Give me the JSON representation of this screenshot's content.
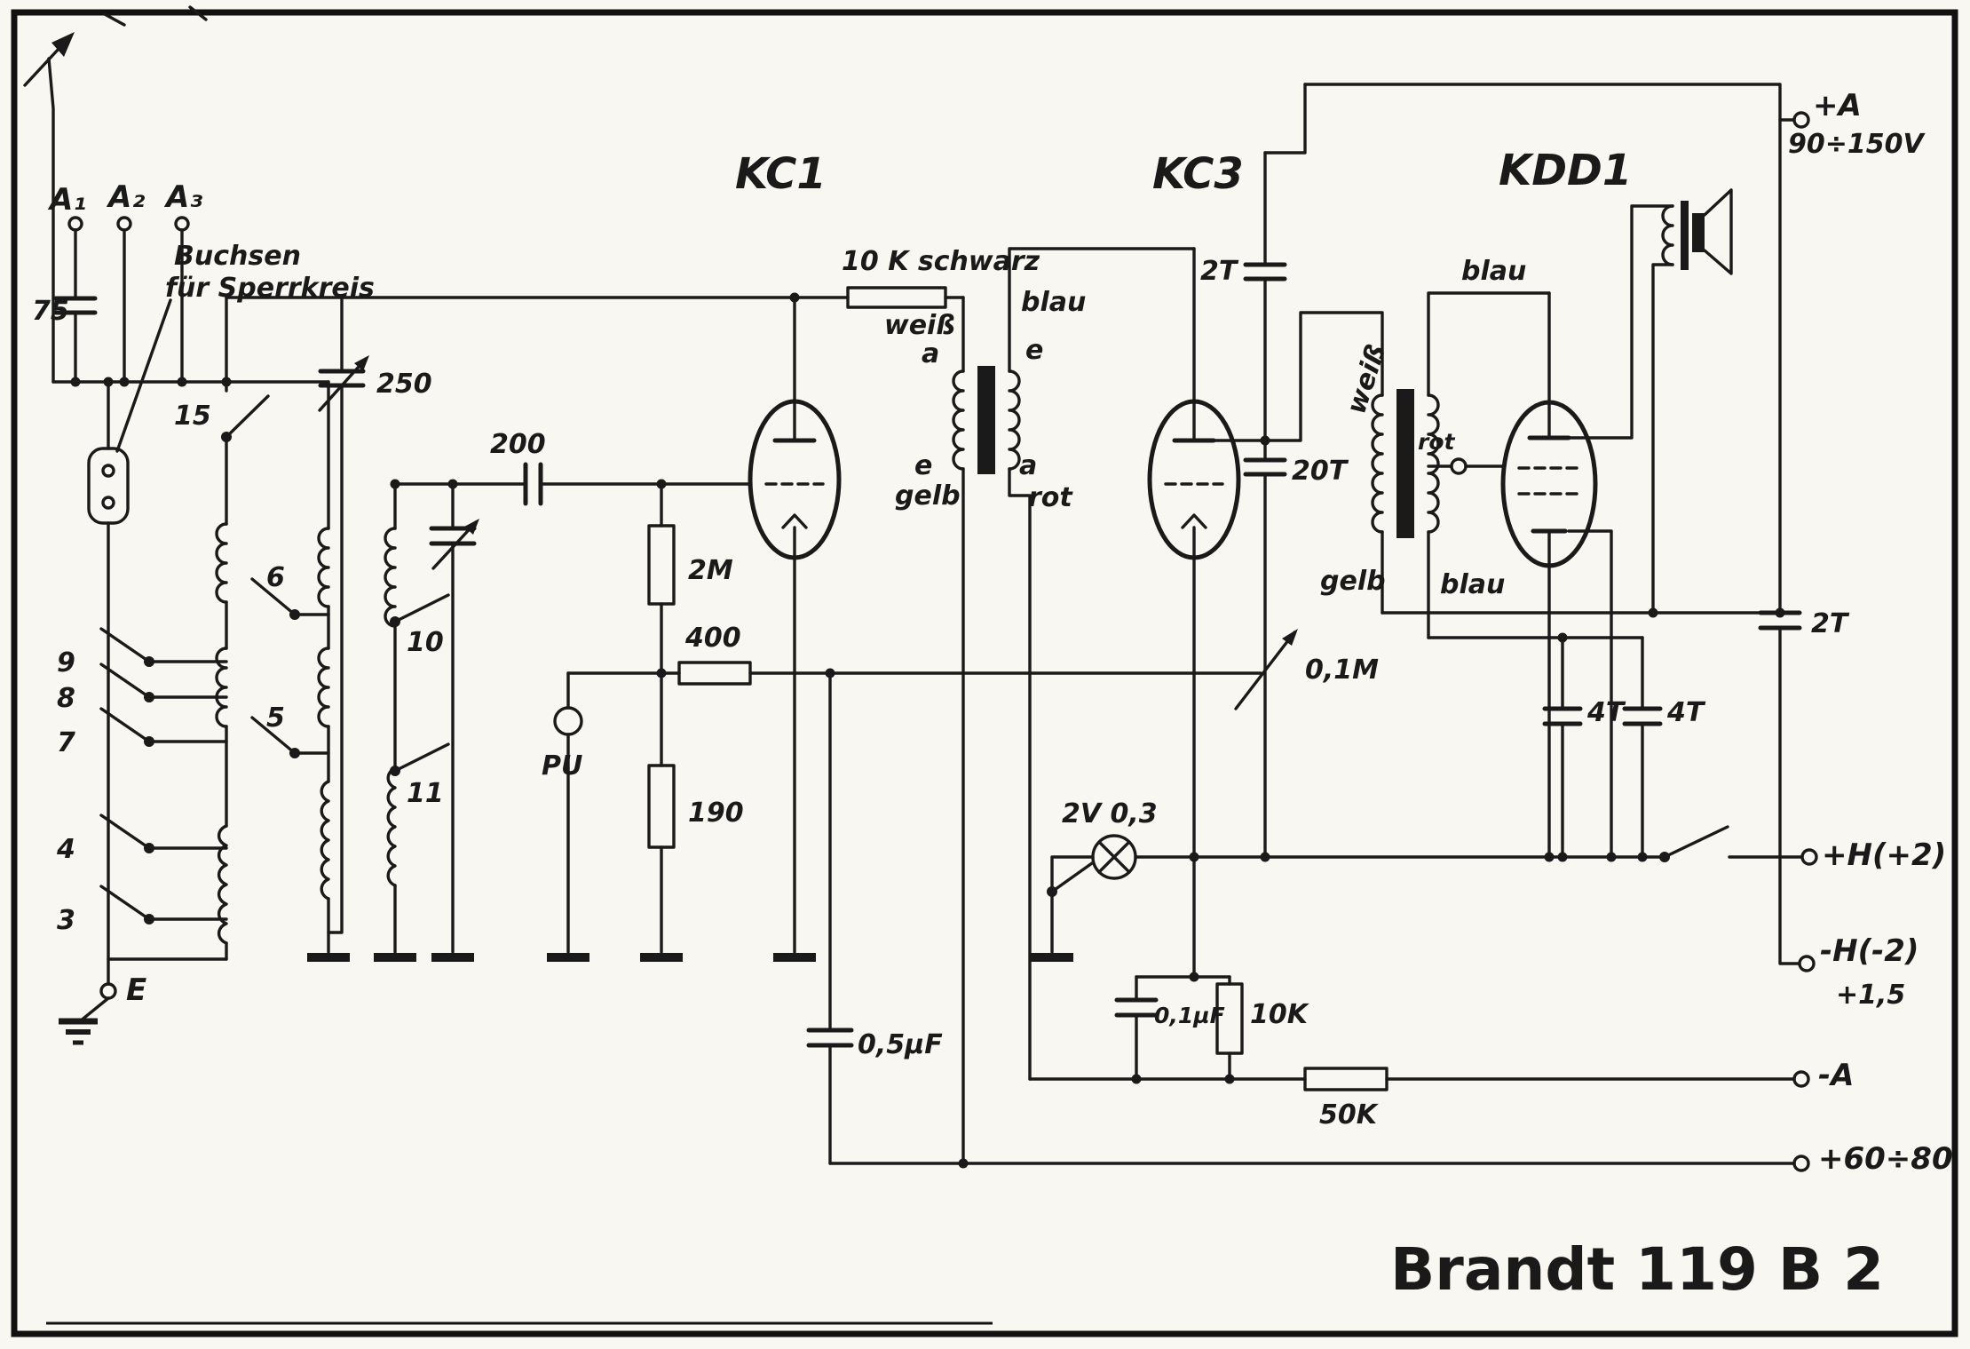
{
  "colors": {
    "paper": "#f8f7f2",
    "ink": "#1a1a1a"
  },
  "title": "Brandt 119 B 2",
  "tubes": {
    "kc1": "KC1",
    "kc3": "KC3",
    "kdd1": "KDD1"
  },
  "terminals": {
    "a1": "A₁",
    "a2": "A₂",
    "a3": "A₃",
    "e": "E",
    "plus_a": "+A",
    "plus_a_range": "90÷150V",
    "plus_h": "+H(+2)",
    "minus_h": "-H(-2)",
    "minus_h_aux": "+1,5",
    "minus_a": "-A",
    "plus_60_80": "+60÷80"
  },
  "notes": {
    "buchsen1": "Buchsen",
    "buchsen2": "für Sperrkreis",
    "pu": "PU"
  },
  "switches": {
    "s3": "3",
    "s4": "4",
    "s5": "5",
    "s6": "6",
    "s7": "7",
    "s8": "8",
    "s9": "9",
    "s10": "10",
    "s11": "11",
    "s15": "15"
  },
  "parts": {
    "c75": "75",
    "c250": "250",
    "c200": "200",
    "r2m": "2M",
    "r400": "400",
    "r190": "190",
    "r10k_schwarz": "10 K schwarz",
    "c2t_top": "2T",
    "c20t": "20T",
    "pot": "0,1M",
    "lamp": "2V 0,3",
    "c01uf": "0,1µF",
    "r10k": "10K",
    "r50k": "50K",
    "c05uf": "0,5µF",
    "c2t_right": "2T",
    "c4t_a": "4T",
    "c4t_b": "4T"
  },
  "interstage": {
    "weiss": "weiß",
    "a_left": "a",
    "e_left": "e",
    "gelb": "gelb",
    "blau": "blau",
    "e_right": "e",
    "a_right": "a",
    "rot": "rot"
  },
  "output": {
    "weiss": "weiß",
    "gelb": "gelb",
    "blau_top": "blau",
    "blau_bottom": "blau",
    "rot": "rot"
  }
}
